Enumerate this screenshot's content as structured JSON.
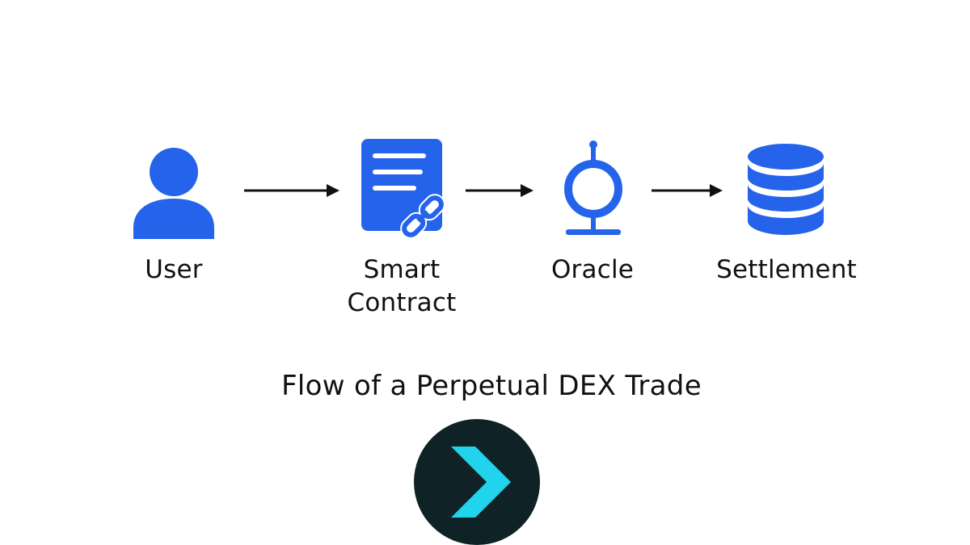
{
  "diagram": {
    "nodes": [
      {
        "label": "User",
        "icon": "user-icon"
      },
      {
        "label": "Smart\nContract",
        "icon": "smart-contract-icon"
      },
      {
        "label": "Oracle",
        "icon": "oracle-icon"
      },
      {
        "label": "Settlement",
        "icon": "database-icon"
      }
    ],
    "caption": "Flow of a Perpetual DEX Trade",
    "logo_icon": "chevron-right-logo-icon",
    "colors": {
      "icon_blue": "#2563EB",
      "text": "#111111",
      "arrow": "#111111",
      "logo_bg": "#0F2327",
      "logo_chevron": "#22D3EE"
    }
  }
}
